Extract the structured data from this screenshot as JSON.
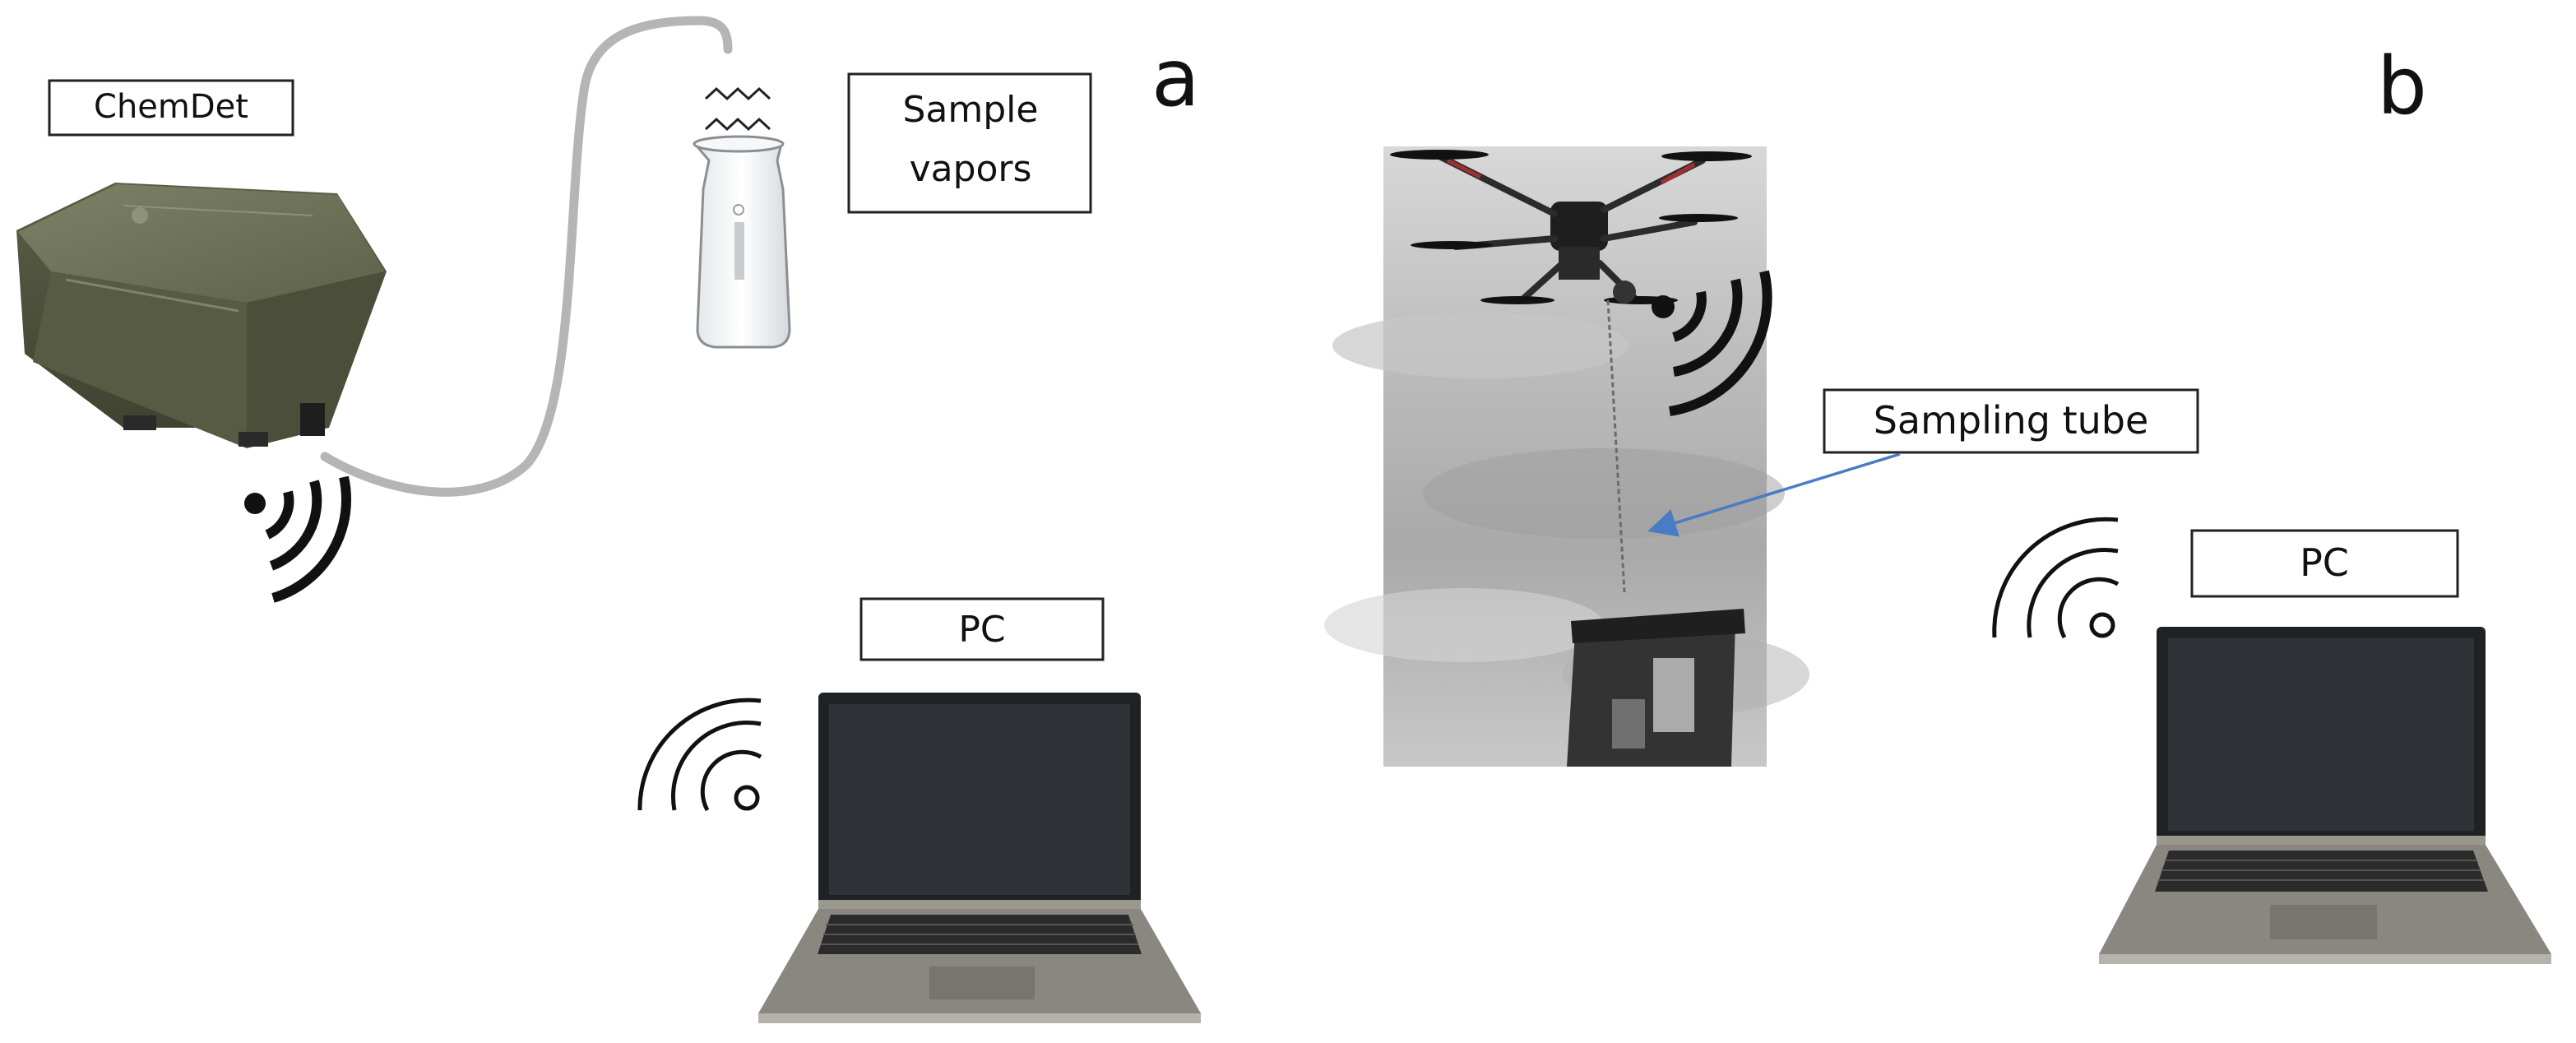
{
  "panel_a": {
    "letter": "a",
    "labels": {
      "chemdet": "ChemDet",
      "sample_vapors_line1": "Sample",
      "sample_vapors_line2": "vapors",
      "pc": "PC"
    }
  },
  "panel_b": {
    "letter": "b",
    "labels": {
      "sampling_tube": "Sampling tube",
      "pc": "PC"
    }
  },
  "colors": {
    "tube": "#b5b5b5",
    "arrow": "#4a7cc4",
    "device": "#5b6048",
    "signal": "#111111",
    "laptop_frame": "#8a8781",
    "laptop_screen": "#2f3337"
  },
  "icons": [
    "wifi-signal-icon",
    "beaker-icon",
    "vapor-wave-icon",
    "drone-icon",
    "laptop-icon"
  ]
}
